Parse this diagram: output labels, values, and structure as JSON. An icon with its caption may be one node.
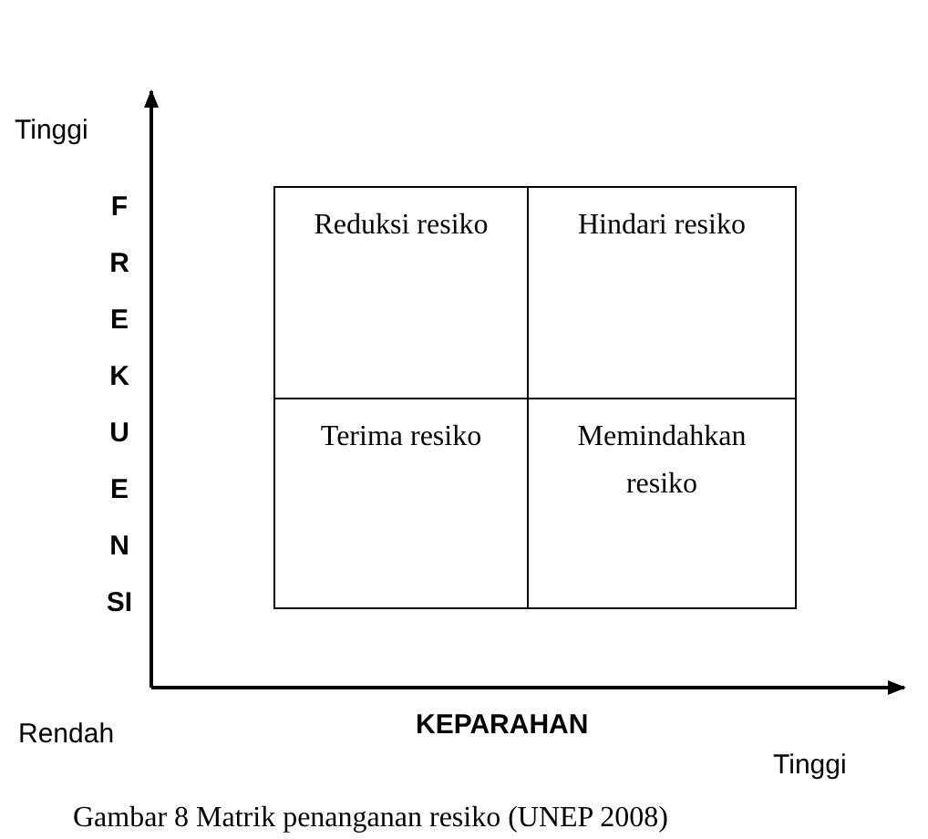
{
  "diagram": {
    "caption": "Gambar 8 Matrik penanganan resiko (UNEP 2008)",
    "nodes": [
      {
        "text": [
          "Reduksi resiko"
        ]
      },
      {
        "text": [
          "Hindari resiko"
        ]
      },
      {
        "text": [
          "Terima resiko"
        ]
      },
      {
        "text": [
          "Memindahkan resiko"
        ]
      }
    ],
    "edges": [],
    "labels": [
      "Tinggi",
      "FREKUENSI",
      "Rendah",
      "KEPARAHAN",
      "Tinggi"
    ]
  }
}
